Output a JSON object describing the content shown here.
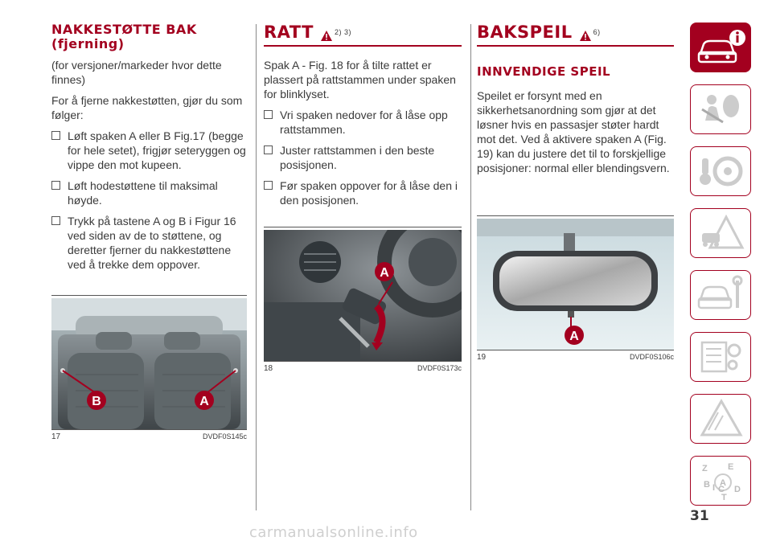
{
  "col1": {
    "heading": "NAKKESTØTTE BAK (fjerning)",
    "p1": "(for versjoner/markeder hvor dette finnes)",
    "p2": "For å fjerne nakkestøtten, gjør du som følger:",
    "bullets": [
      "Løft spaken A eller B Fig.17 (begge for hele setet), frigjør seteryggen og vippe den mot kupeen.",
      "Løft hodestøttene til maksimal høyde.",
      "Trykk på tastene A og B i Figur 16 ved siden av de to støttene, og deretter fjerner du nakkestøttene ved å trekke dem oppover."
    ],
    "figure": {
      "num": "17",
      "code": "DVDF0S145c",
      "labels": [
        "B",
        "A"
      ]
    }
  },
  "col2": {
    "heading": "RATT",
    "refs": "2) 3)",
    "p1": "Spak A - Fig. 18 for å tilte rattet er plassert på rattstammen under spaken for blinklyset.",
    "bullets": [
      "Vri spaken nedover for å låse opp rattstammen.",
      "Juster rattstammen i den beste posisjonen.",
      "Før spaken oppover for å låse den i den posisjonen."
    ],
    "figure": {
      "num": "18",
      "code": "DVDF0S173c",
      "label": "A"
    }
  },
  "col3": {
    "heading": "BAKSPEIL",
    "refs": "6)",
    "subheading": "INNVENDIGE SPEIL",
    "p1": "Speilet er forsynt med en sikkerhetsanordning som gjør at det løsner hvis en passasjer støter hardt mot det. Ved å aktivere spaken A (Fig. 19) kan du justere det til to forskjellige posisjoner: normal eller blendingsvern.",
    "figure": {
      "num": "19",
      "code": "DVDF0S106c",
      "label": "A"
    }
  },
  "sidebar": {
    "tabs": [
      "car-info-icon",
      "airbag-person-icon",
      "steering-key-icon",
      "warning-triangle-icon",
      "car-wrench-icon",
      "checklist-gear-icon",
      "road-warning-icon",
      "alphabet-index-icon"
    ],
    "index_letters": [
      "Z",
      "E",
      "B",
      "A",
      "I",
      "C",
      "T",
      "D"
    ]
  },
  "page_number": "31",
  "watermark": "carmanualsonline.info",
  "colors": {
    "accent": "#a3001f",
    "text": "#3a3a3a"
  }
}
